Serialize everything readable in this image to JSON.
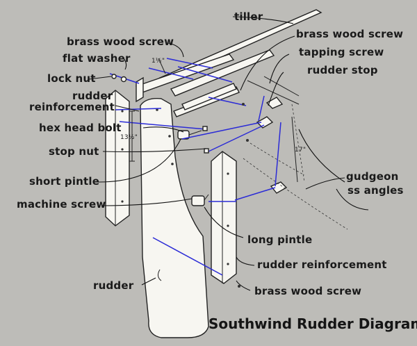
{
  "title": "Southwind Rudder Diagram",
  "labels": {
    "tiller": "tiller",
    "brass_wood_screw_top_left": "brass wood screw",
    "brass_wood_screw_top_right": "brass wood screw",
    "flat_washer": "flat washer",
    "lock_nut": "lock nut",
    "tapping_screw": "tapping screw",
    "rudder_stop": "rudder stop",
    "rudder_reinforcement_line1": "rudder",
    "rudder_reinforcement_line2": "reinforcement",
    "hex_head_bolt": "hex head bolt",
    "stop_nut": "stop nut",
    "gudgeon": "gudgeon",
    "ss_angles": "ss angles",
    "short_pintle": "short pintle",
    "machine_screw": "machine screw",
    "long_pintle": "long pintle",
    "rudder_reinforcement_lower": "rudder reinforcement",
    "rudder": "rudder",
    "brass_wood_screw_bottom": "brass wood screw"
  },
  "dimensions": {
    "tiller_spacer": "1½\"",
    "reinforcement_length": "13½\"",
    "gudgeon_spacing": "17\""
  },
  "colors": {
    "background": "#bdbcb8",
    "assembly_axis": "#2b2bd6",
    "part_fill": "#f7f6f1"
  }
}
